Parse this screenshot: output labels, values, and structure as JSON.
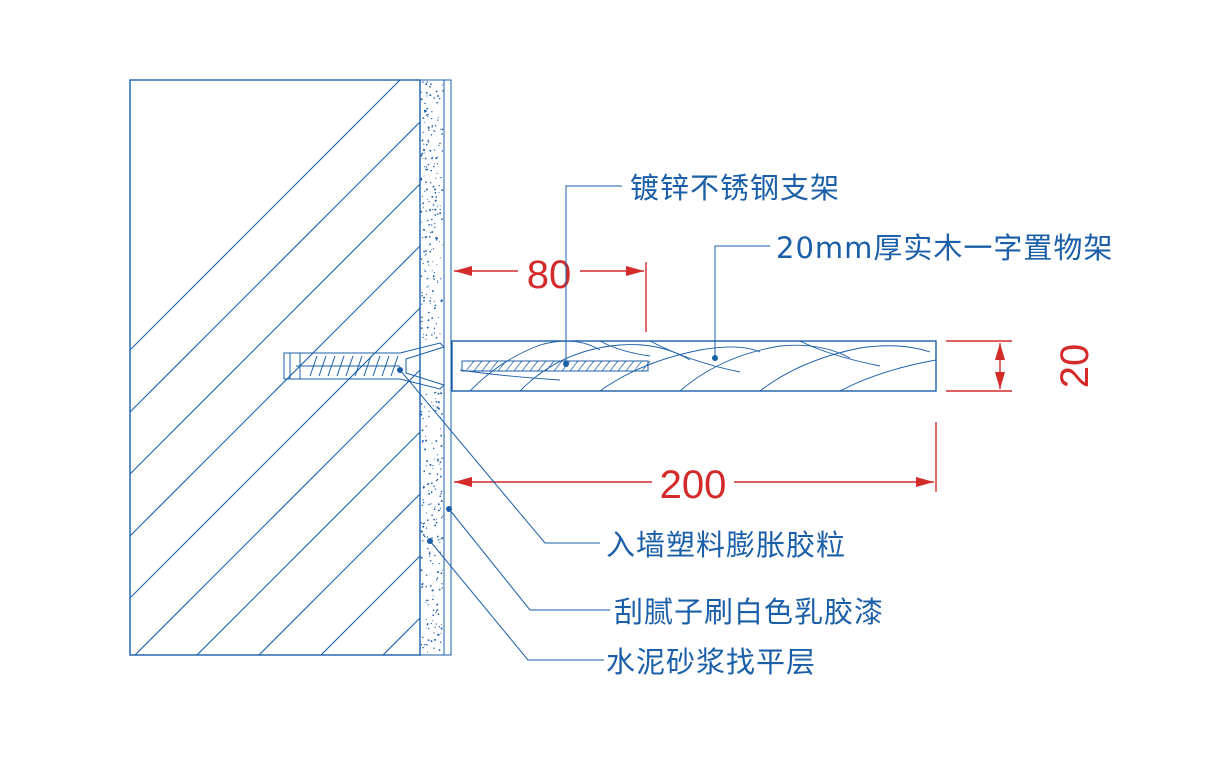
{
  "colors": {
    "line": "#1b5fa8",
    "dimension": "#d42a2a",
    "background": "#ffffff"
  },
  "labels": {
    "bracket": "镀锌不锈钢支架",
    "shelf": "20mm厚实木一字置物架",
    "anchor": "入墙塑料膨胀胶粒",
    "putty": "刮腻子刷白色乳胶漆",
    "mortar": "水泥砂浆找平层"
  },
  "dimensions": {
    "bracket_length": "80",
    "shelf_thickness": "20",
    "shelf_depth": "200"
  }
}
